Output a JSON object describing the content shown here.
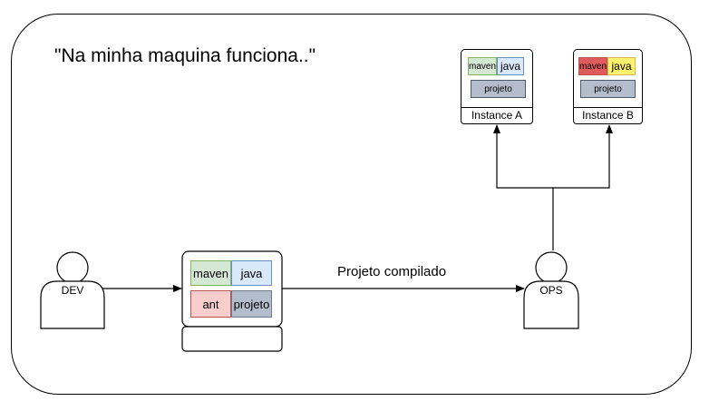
{
  "title": "\"Na minha maquina funciona..\"",
  "edge_label": "Projeto compilado",
  "actors": {
    "dev": "DEV",
    "ops": "OPS"
  },
  "dev_machine": {
    "cells": {
      "maven": "maven",
      "java": "java",
      "ant": "ant",
      "projeto": "projeto"
    }
  },
  "instances": [
    {
      "label": "Instance A",
      "maven": "maven",
      "java": "java",
      "projeto": "projeto"
    },
    {
      "label": "Instance B",
      "maven": "maven",
      "java": "java",
      "projeto": "projeto"
    }
  ],
  "colors": {
    "maven_ok": "#d5e8d4",
    "java": "#dae8fc",
    "ant": "#f8cecc",
    "projeto": "#b3bdcc",
    "maven_bad": "#e05b5b",
    "java_bad": "#fff26e"
  }
}
